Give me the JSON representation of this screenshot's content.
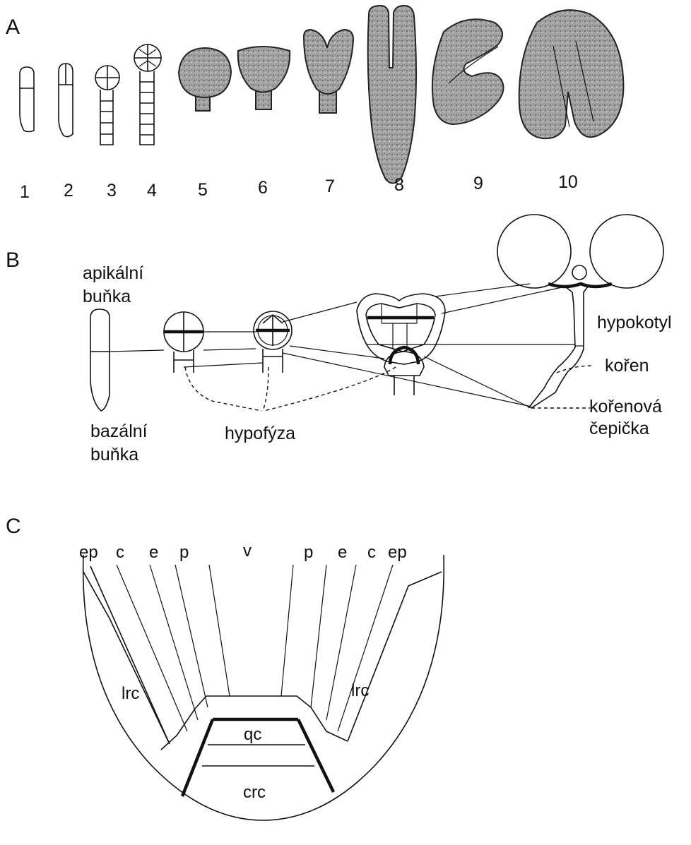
{
  "panels": {
    "a": "A",
    "b": "B",
    "c": "C"
  },
  "stage_numbers": [
    "1",
    "2",
    "3",
    "4",
    "5",
    "6",
    "7",
    "8",
    "9",
    "10"
  ],
  "b_labels": {
    "apical_line1": "apikální",
    "apical_line2": "buňka",
    "basal_line1": "bazální",
    "basal_line2": "buňka",
    "hypophysis": "hypofýza",
    "hypocotyl": "hypokotyl",
    "root": "kořen",
    "root_cap_line1": "kořenová",
    "root_cap_line2": "čepička"
  },
  "c_labels": {
    "ep_left": "ep",
    "c_left": "c",
    "e_left": "e",
    "p_left": "p",
    "v": "v",
    "p_right": "p",
    "e_right": "e",
    "c_right": "c",
    "ep_right": "ep",
    "lrc_left": "lrc",
    "lrc_right": "lrc",
    "qc": "qc",
    "crc": "crc"
  },
  "colors": {
    "ink": "#111111",
    "embryo_fill": "#9a9a9a"
  }
}
